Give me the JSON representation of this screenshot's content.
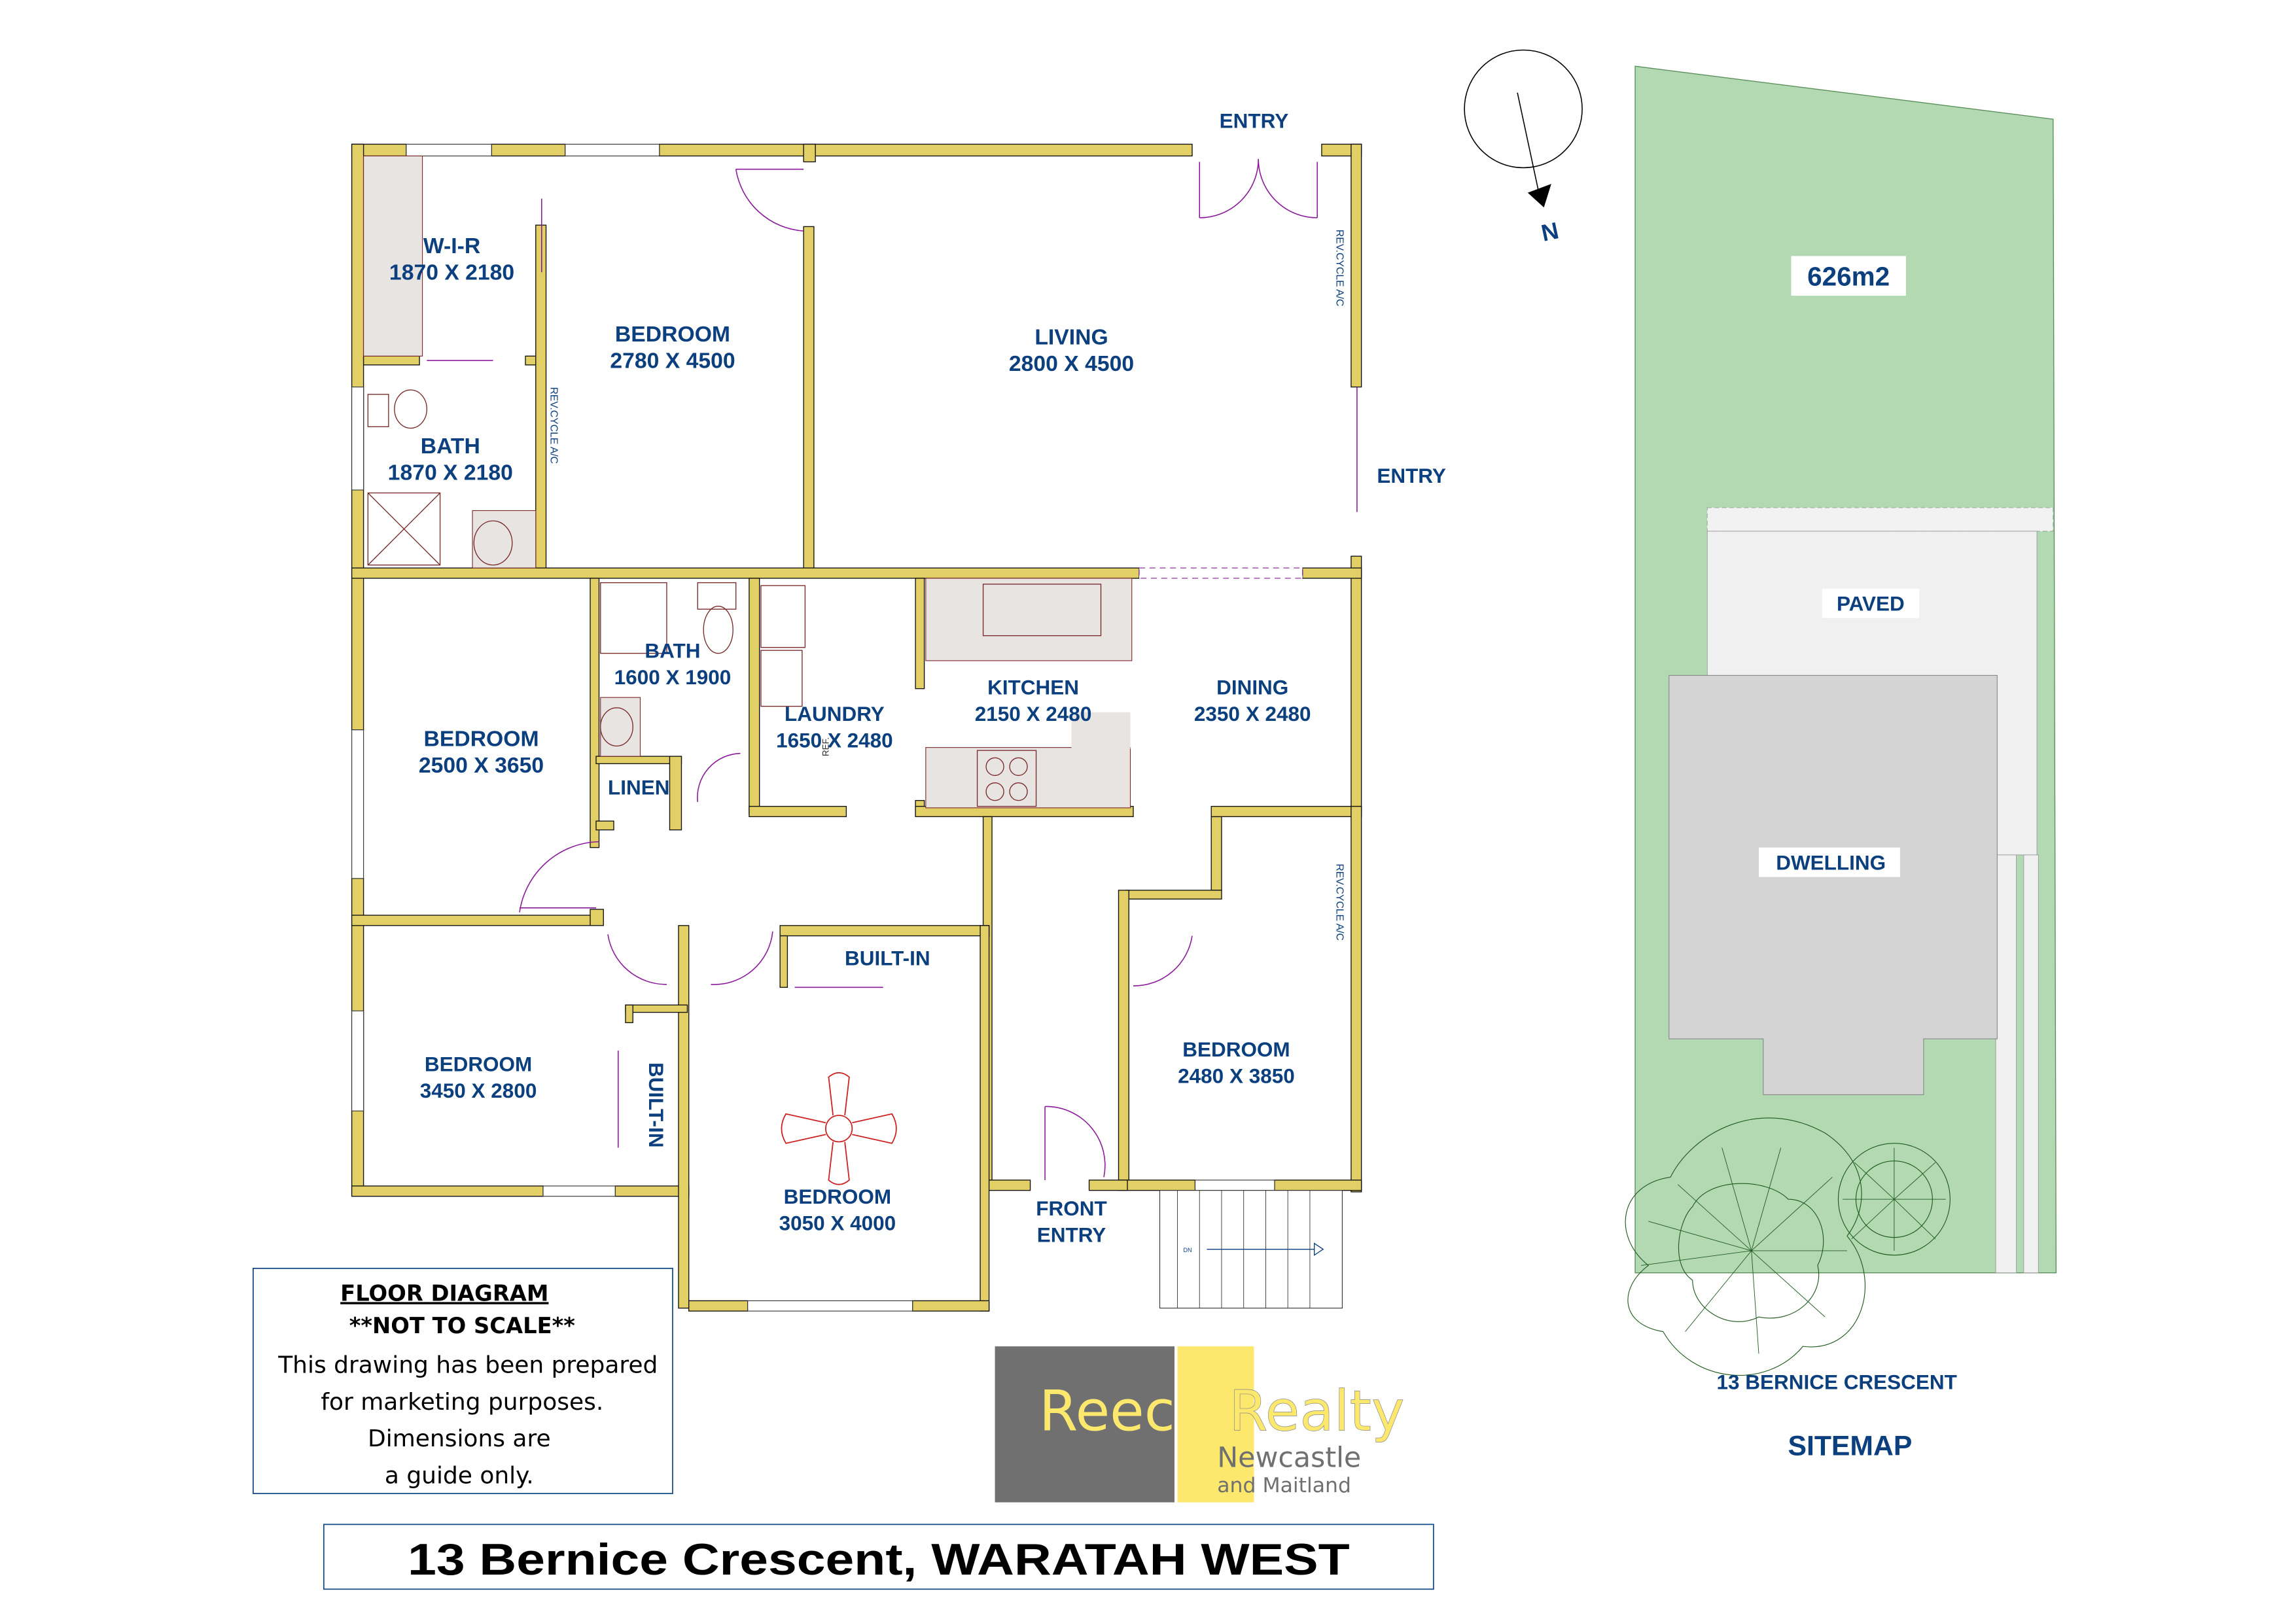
{
  "floorplan": {
    "rooms": [
      {
        "name": "W-I-R",
        "dims": "1870 X 2180"
      },
      {
        "name": "BEDROOM",
        "dims": "2780 X 4500"
      },
      {
        "name": "LIVING",
        "dims": "2800 X 4500"
      },
      {
        "name": "BATH",
        "dims": "1870 X 2180"
      },
      {
        "name": "BEDROOM",
        "dims": "2500 X 3650"
      },
      {
        "name": "BATH",
        "dims": "1600 X 1900"
      },
      {
        "name": "LAUNDRY",
        "dims": "1650 X 2480"
      },
      {
        "name": "KITCHEN",
        "dims": "2150 X 2480"
      },
      {
        "name": "DINING",
        "dims": "2350 X 2480"
      },
      {
        "name": "BEDROOM",
        "dims": "3450 X 2800"
      },
      {
        "name": "BEDROOM",
        "dims": "3050 X 4000"
      },
      {
        "name": "BEDROOM",
        "dims": "2480 X 3850"
      }
    ],
    "labels": {
      "linen": "LINEN",
      "built_in_1": "BUILT-IN",
      "built_in_2": "BUILT-IN",
      "entry_top": "ENTRY",
      "entry_side": "ENTRY",
      "front_entry_1": "FRONT",
      "front_entry_2": "ENTRY",
      "ac_1": "REV.CYCLE A/C",
      "ac_2": "REV.CYCLE A/C",
      "ac_3": "REV.CYCLE A/C",
      "ref": "REF.",
      "stairs_dn": "DN"
    }
  },
  "compass": {
    "label": "N"
  },
  "sitemap": {
    "area": "626m2",
    "paved": "PAVED",
    "dwelling": "DWELLING",
    "street": "13 BERNICE CRESCENT",
    "title": "SITEMAP",
    "colors": {
      "lawn": "#b3d9b3",
      "paved": "#f0f0f0",
      "dwelling": "#d4d4d4"
    }
  },
  "disclaimer": {
    "title": "FLOOR  DIAGRAM",
    "subtitle": "**NOT  TO  SCALE**",
    "lines": [
      "This drawing has been prepared",
      "for marketing purposes.",
      "Dimensions are",
      "a guide only."
    ]
  },
  "logo": {
    "reece": "Reece",
    "realty": "Realty",
    "line1": "Newcastle",
    "line2": "and Maitland",
    "colors": {
      "grey": "#707070",
      "yellow": "#fde86e"
    }
  },
  "address": "13 Bernice Crescent, WARATAH WEST",
  "colors": {
    "wall": "#e2cf66",
    "label": "#0b3f7e",
    "door": "#8a1a9a"
  }
}
